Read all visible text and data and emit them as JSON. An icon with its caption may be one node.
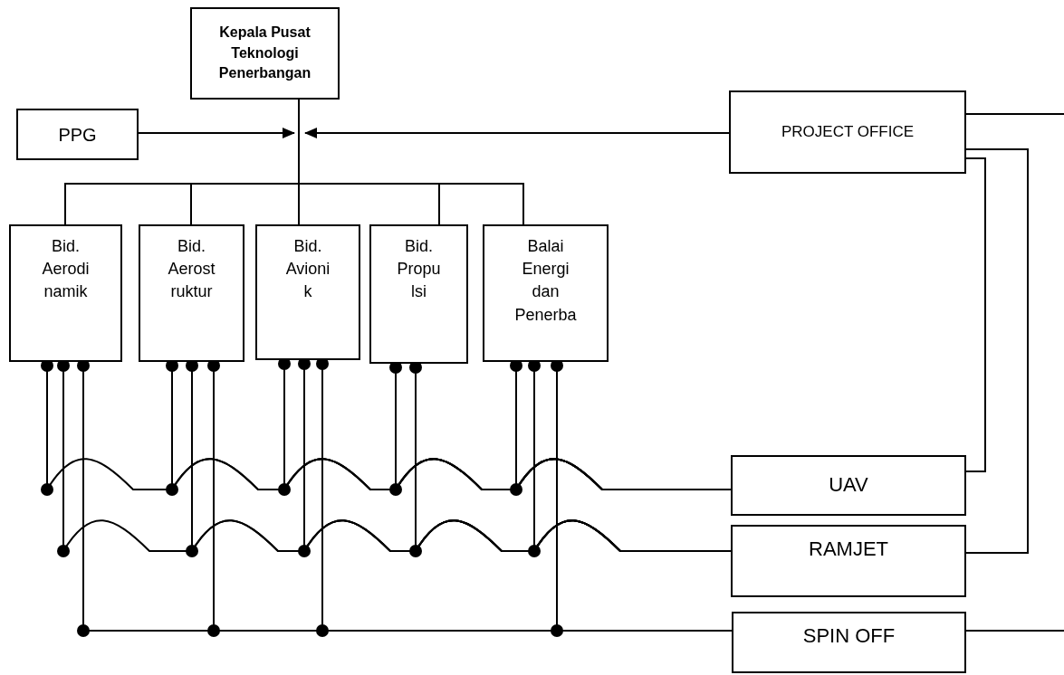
{
  "diagram": {
    "nodes": [
      {
        "text": [
          "Kepala Pusat Teknologi Penerbangan"
        ]
      },
      {
        "text": [
          "PPG"
        ]
      },
      {
        "text": [
          "PROJECT OFFICE"
        ]
      },
      {
        "text": [
          "Bid. Aerodi namik"
        ]
      },
      {
        "text": [
          "Bid. Aerost ruktur"
        ]
      },
      {
        "text": [
          "Bid. Avioni k"
        ]
      },
      {
        "text": [
          "Bid. Propu lsi"
        ]
      },
      {
        "text": [
          "Balai Energi dan Penerba"
        ]
      },
      {
        "text": [
          "UAV"
        ]
      },
      {
        "text": [
          "RAMJET"
        ]
      },
      {
        "text": [
          "SPIN OFF"
        ]
      }
    ],
    "edges": [
      {
        "from": 1,
        "to": 0,
        "arrow": "to"
      },
      {
        "from": 2,
        "to": 0,
        "arrow": "to"
      },
      {
        "from": 0,
        "to": 3,
        "arrow": "none"
      },
      {
        "from": 0,
        "to": 4,
        "arrow": "none"
      },
      {
        "from": 0,
        "to": 5,
        "arrow": "none"
      },
      {
        "from": 0,
        "to": 6,
        "arrow": "none"
      },
      {
        "from": 0,
        "to": 7,
        "arrow": "none"
      },
      {
        "from": 3,
        "to": 8,
        "arrow": "other"
      },
      {
        "from": 4,
        "to": 8,
        "arrow": "other"
      },
      {
        "from": 5,
        "to": 8,
        "arrow": "other"
      },
      {
        "from": 6,
        "to": 8,
        "arrow": "other"
      },
      {
        "from": 7,
        "to": 8,
        "arrow": "other"
      },
      {
        "from": 3,
        "to": 9,
        "arrow": "other"
      },
      {
        "from": 4,
        "to": 9,
        "arrow": "other"
      },
      {
        "from": 5,
        "to": 9,
        "arrow": "other"
      },
      {
        "from": 6,
        "to": 9,
        "arrow": "other"
      },
      {
        "from": 7,
        "to": 9,
        "arrow": "other"
      },
      {
        "from": 3,
        "to": 10,
        "arrow": "other"
      },
      {
        "from": 4,
        "to": 10,
        "arrow": "other"
      },
      {
        "from": 5,
        "to": 10,
        "arrow": "other"
      },
      {
        "from": 7,
        "to": 10,
        "arrow": "other"
      },
      {
        "from": 2,
        "to": 8,
        "arrow": "none"
      },
      {
        "from": 2,
        "to": 9,
        "arrow": "none"
      },
      {
        "from": 2,
        "to": null,
        "arrow": "none"
      },
      {
        "from": 10,
        "to": null,
        "arrow": "none"
      }
    ]
  }
}
